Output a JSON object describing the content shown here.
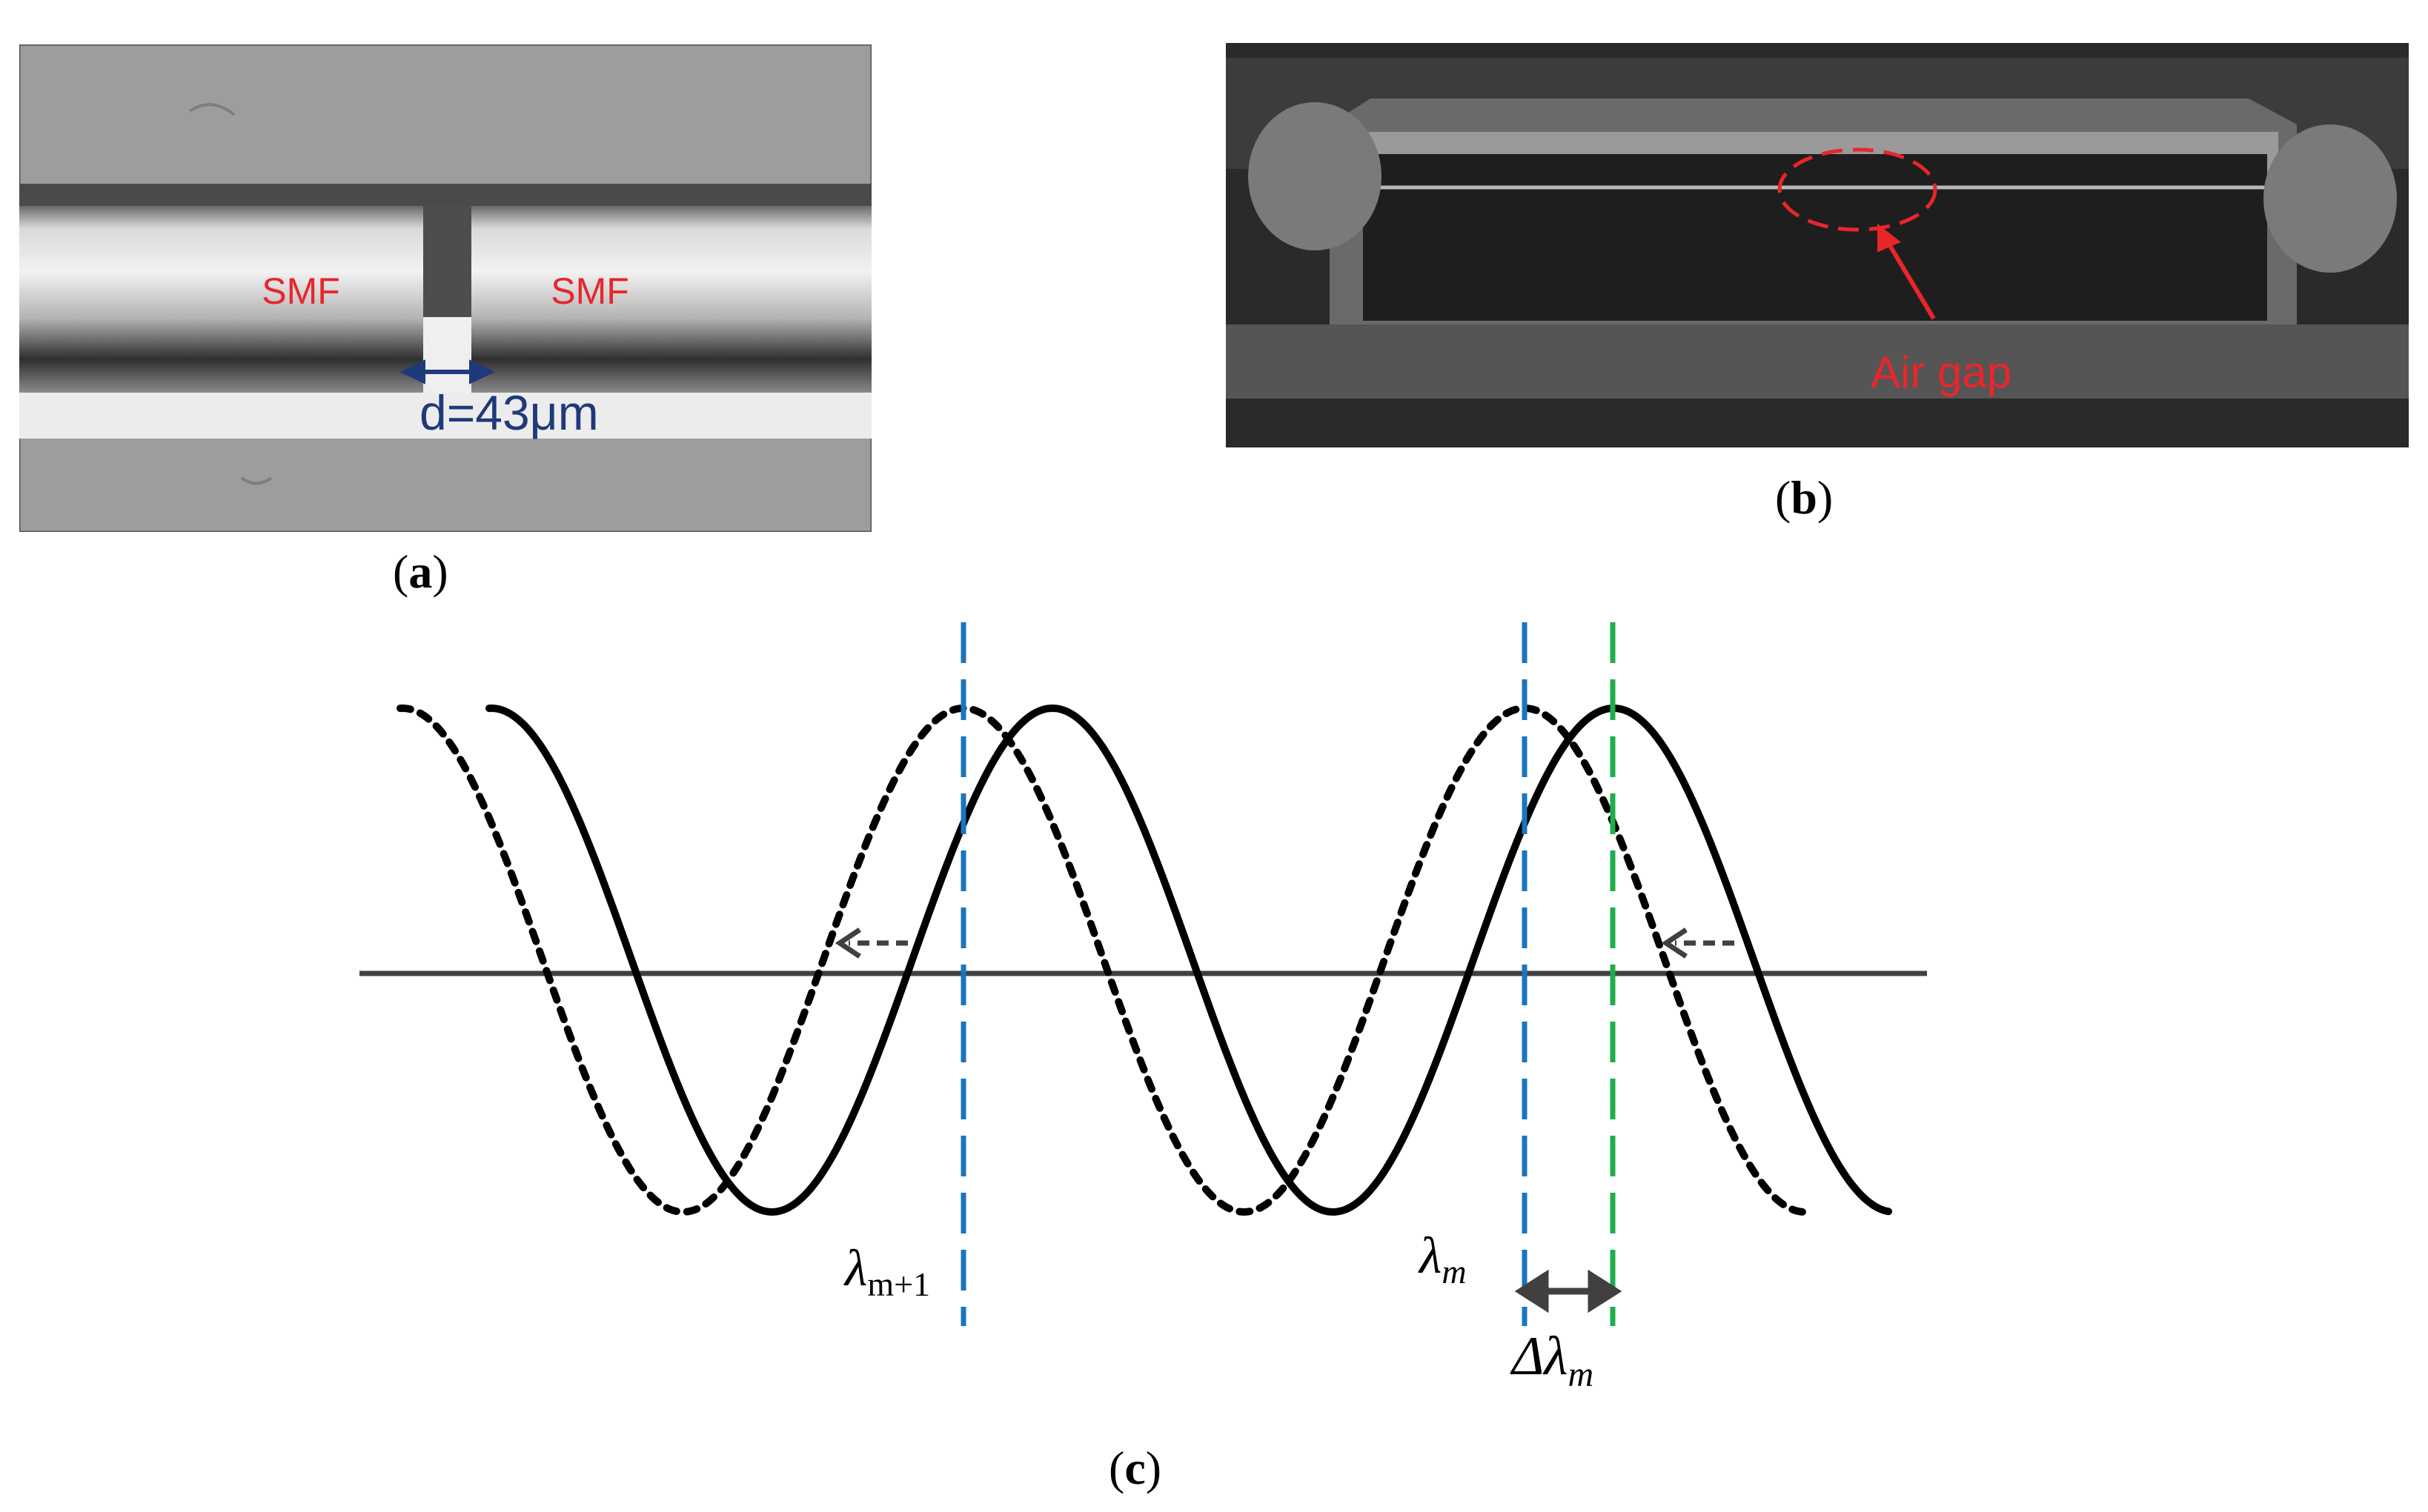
{
  "panel_a": {
    "fiber_left_label": "SMF",
    "fiber_right_label": "SMF",
    "gap_label": "d=43μm",
    "caption_letter": "a"
  },
  "panel_b": {
    "air_gap_label": "Air gap",
    "caption_letter": "b"
  },
  "panel_c": {
    "lambda_m1_symbol": "λ",
    "lambda_m1_subscript": "m+1",
    "lambda_m_symbol": "λ",
    "lambda_m_subscript": "m",
    "delta_lambda_symbol": "Δλ",
    "delta_lambda_subscript": "m",
    "caption_letter": "c"
  },
  "colors": {
    "fiber_label": "#e8262b",
    "gap_label": "#1f3a7a",
    "annotation_red": "#e8262b",
    "blue_dashed": "#1b75bc",
    "green_dashed": "#1fae4b",
    "curve": "#000000",
    "axis": "#404040"
  }
}
